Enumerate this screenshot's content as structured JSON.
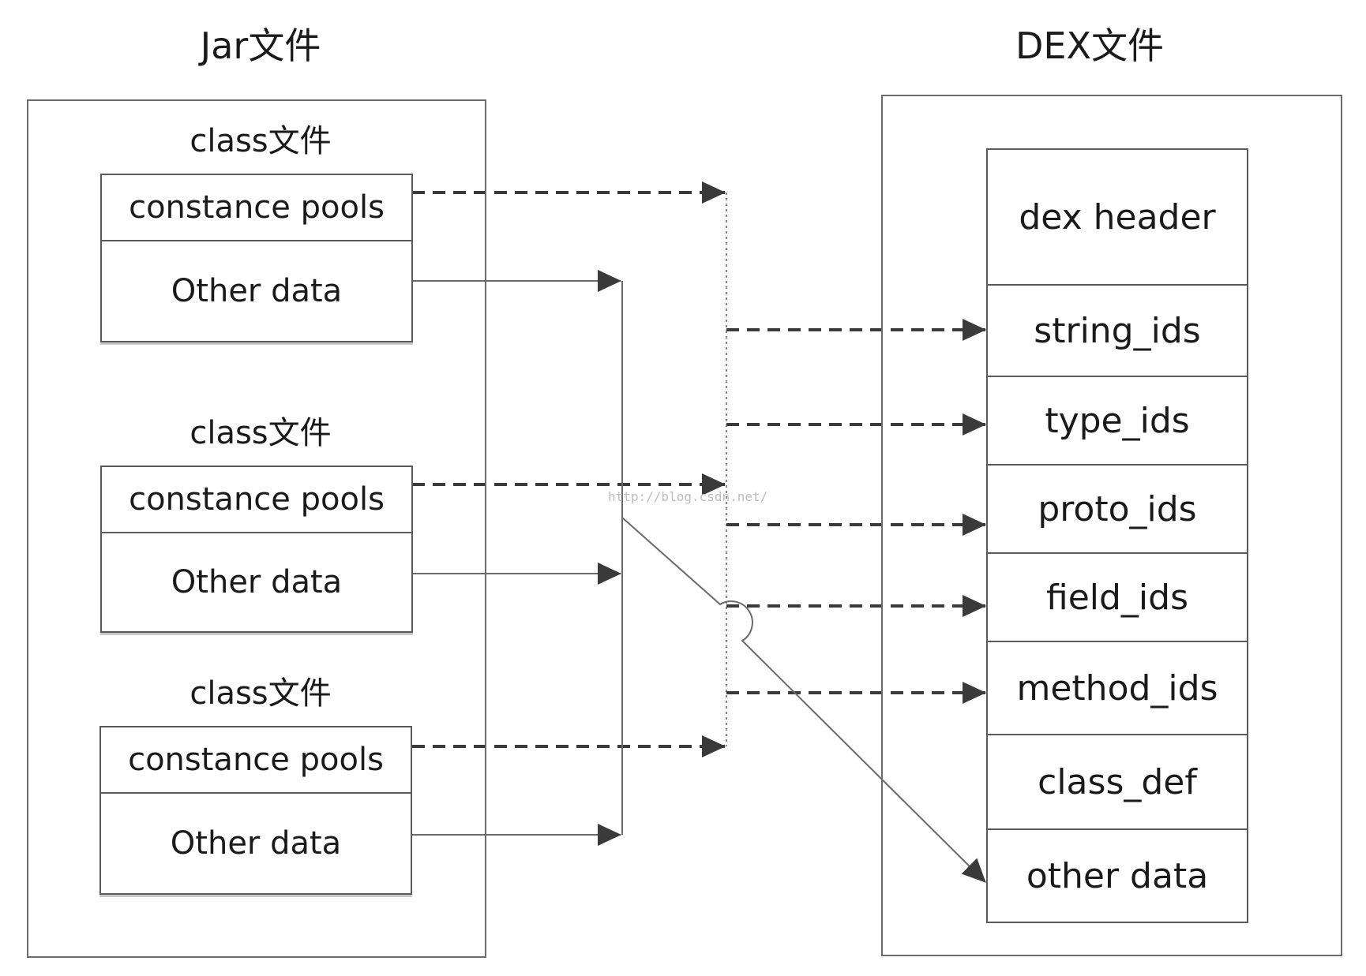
{
  "jar": {
    "title": "Jar文件",
    "classes": [
      {
        "label": "class文件",
        "pool": "constance pools",
        "other": "Other data"
      },
      {
        "label": "class文件",
        "pool": "constance pools",
        "other": "Other data"
      },
      {
        "label": "class文件",
        "pool": "constance pools",
        "other": "Other data"
      }
    ]
  },
  "dex": {
    "title": "DEX文件",
    "sections": [
      "dex header",
      "string_ids",
      "type_ids",
      "proto_ids",
      "field_ids",
      "method_ids",
      "class_def",
      "other data"
    ]
  },
  "watermark": "http://blog.csdn.net/"
}
